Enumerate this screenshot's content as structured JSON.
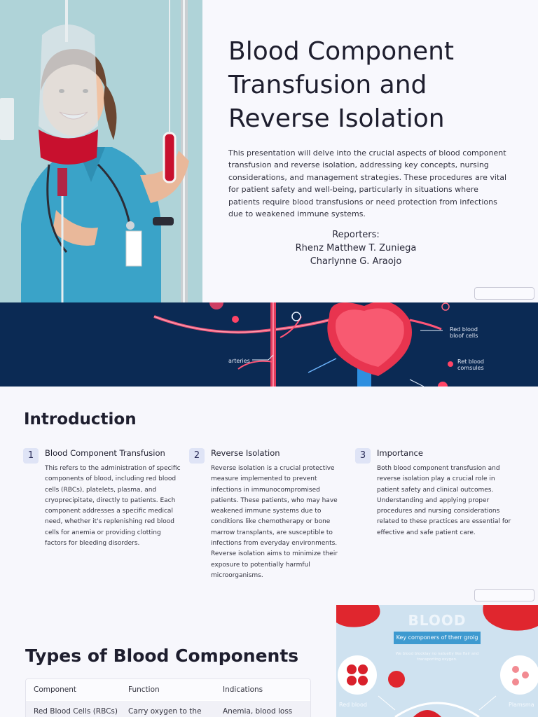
{
  "slide1": {
    "title": "Blood Component Transfusion and Reverse Isolation",
    "description": "This presentation will delve into the crucial aspects of blood component transfusion and reverse isolation, addressing key concepts, nursing considerations, and management strategies. These procedures are vital for patient safety and well-being, particularly in situations where patients require blood transfusions or need protection from infections due to weakened immune systems.",
    "reporters_label": "Reporters:",
    "reporters": [
      "Rhenz Matthew T.  Zuniega",
      "Charlynne G. Araojo"
    ]
  },
  "banner": {
    "labels": {
      "arteries": "arteries",
      "red_blood_cells": "Red blood bloof cells",
      "red_blood_corpuscles": "Ret blood comsules"
    }
  },
  "intro": {
    "title": "Introduction",
    "items": [
      {
        "number": "1",
        "title": "Blood Component Transfusion",
        "body": "This refers to the administration of specific components of blood, including red blood cells (RBCs), platelets, plasma, and cryoprecipitate, directly to patients. Each component addresses a specific medical need, whether it's replenishing red blood cells for anemia or providing clotting factors for bleeding disorders."
      },
      {
        "number": "2",
        "title": "Reverse Isolation",
        "body": "Reverse isolation is a crucial protective measure implemented to prevent infections in immunocompromised patients. These patients, who may have weakened immune systems due to conditions like chemotherapy or bone marrow transplants, are susceptible to infections from everyday environments. Reverse isolation aims to minimize their exposure to potentially harmful microorganisms."
      },
      {
        "number": "3",
        "title": "Importance",
        "body": "Both blood component transfusion and reverse isolation play a crucial role in patient safety and clinical outcomes. Understanding and applying proper procedures and nursing considerations related to these practices are essential for effective and safe patient care."
      }
    ]
  },
  "types": {
    "title": "Types of Blood Components",
    "columns": [
      "Component",
      "Function",
      "Indications"
    ],
    "rows": [
      [
        "Red Blood Cells (RBCs)",
        "Carry oxygen to the",
        "Anemia, blood loss"
      ]
    ],
    "infographic": {
      "heading": "BLOOD",
      "ribbon": "Key componers of therr groig",
      "subtext": "We blood blocklay no natuetly like flair and transporting oxygen.",
      "label_left": "Red blood",
      "label_right": "Plamsma"
    }
  },
  "colors": {
    "accent": "#0b2a54",
    "badge_bg": "#dfe4f6",
    "scrub": "#3aa3c8",
    "blood": "#c8102e"
  }
}
